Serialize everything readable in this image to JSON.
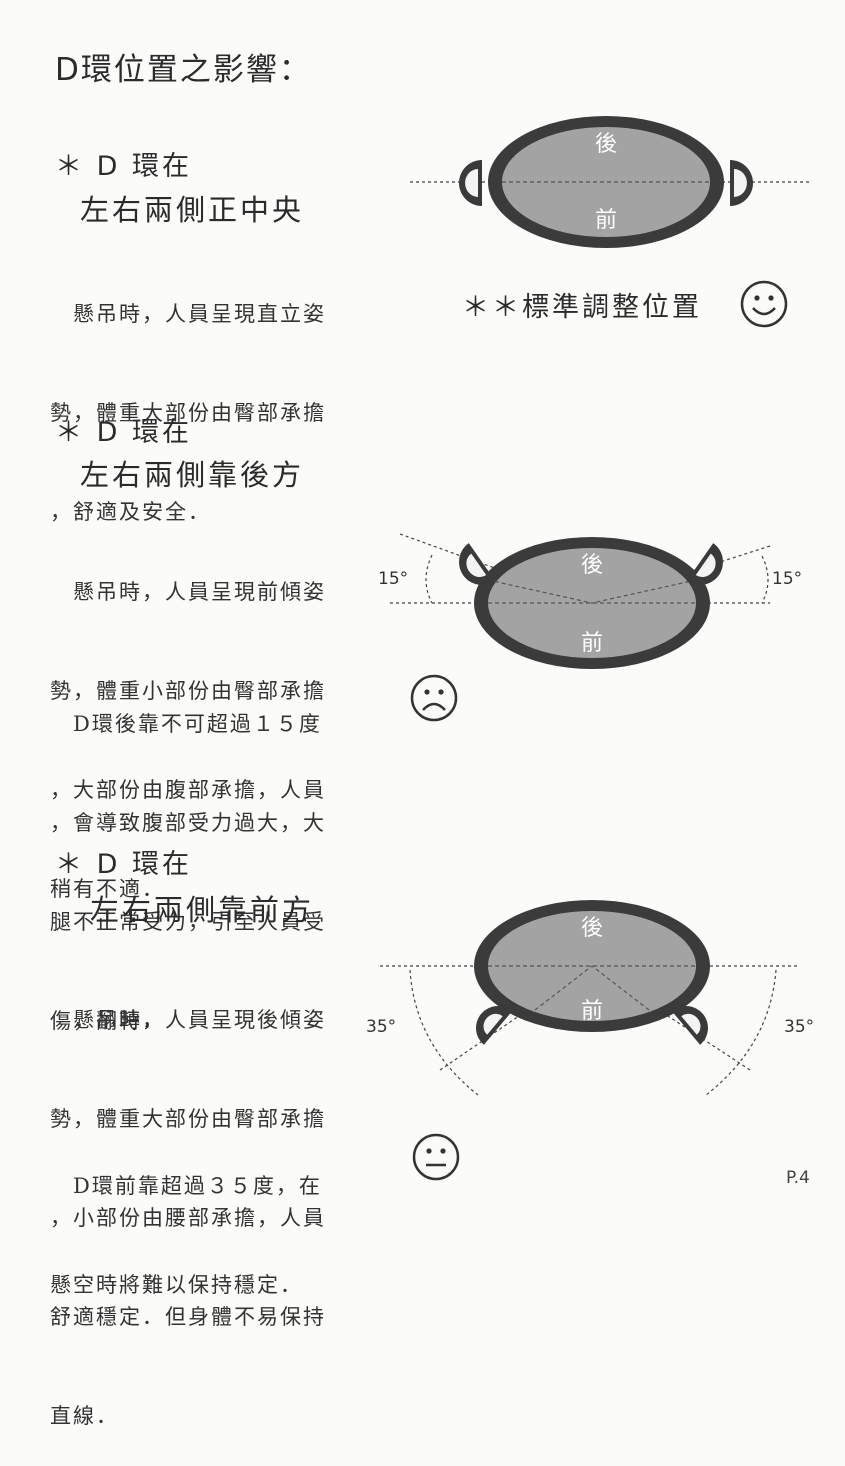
{
  "page_title": "D環位置之影響：",
  "sections": [
    {
      "heading_line1": "＊ D 環在",
      "heading_line2": "左右兩側正中央",
      "body_lines": [
        "　懸吊時，人員呈現直立姿",
        "勢，體重大部份由臀部承擔",
        "，舒適及安全．"
      ],
      "diagram": {
        "back_label": "後",
        "front_label": "前"
      },
      "caption": "＊＊標準調整位置",
      "face": "smile"
    },
    {
      "heading_line1": "＊ D 環在",
      "heading_line2": "左右兩側靠後方",
      "body_lines": [
        "　懸吊時，人員呈現前傾姿",
        "勢，體重小部份由臀部承擔",
        "，大部份由腹部承擔，人員",
        "稍有不適．"
      ],
      "note_lines": [
        "　D環後靠不可超過１５度",
        "，會導致腹部受力過大，大",
        "腿不正常受力，引至人員受",
        "傷，翻轉．"
      ],
      "diagram": {
        "back_label": "後",
        "front_label": "前",
        "angle_left": "15°",
        "angle_right": "15°"
      },
      "face": "frown"
    },
    {
      "heading_line1": "＊ D 環在",
      "heading_line2": "左右兩側靠前方",
      "body_lines": [
        "　懸吊時，人員呈現後傾姿",
        "勢，體重大部份由臀部承擔",
        "，小部份由腰部承擔，人員",
        "舒適穩定．但身體不易保持",
        "直線．"
      ],
      "note_lines": [
        "　D環前靠超過３５度，在",
        "懸空時將難以保持穩定．"
      ],
      "diagram": {
        "back_label": "後",
        "front_label": "前",
        "angle_left": "35°",
        "angle_right": "35°"
      },
      "face": "neutral"
    }
  ],
  "page_number": "P.4",
  "colors": {
    "ring_outer": "#3a3a3a",
    "ring_inner": "#9a9a9a",
    "text": "#2b2b2b",
    "background": "#fbfbf9"
  },
  "icons": [
    "smile-face-icon",
    "frown-face-icon",
    "neutral-face-icon",
    "d-ring-icon"
  ]
}
